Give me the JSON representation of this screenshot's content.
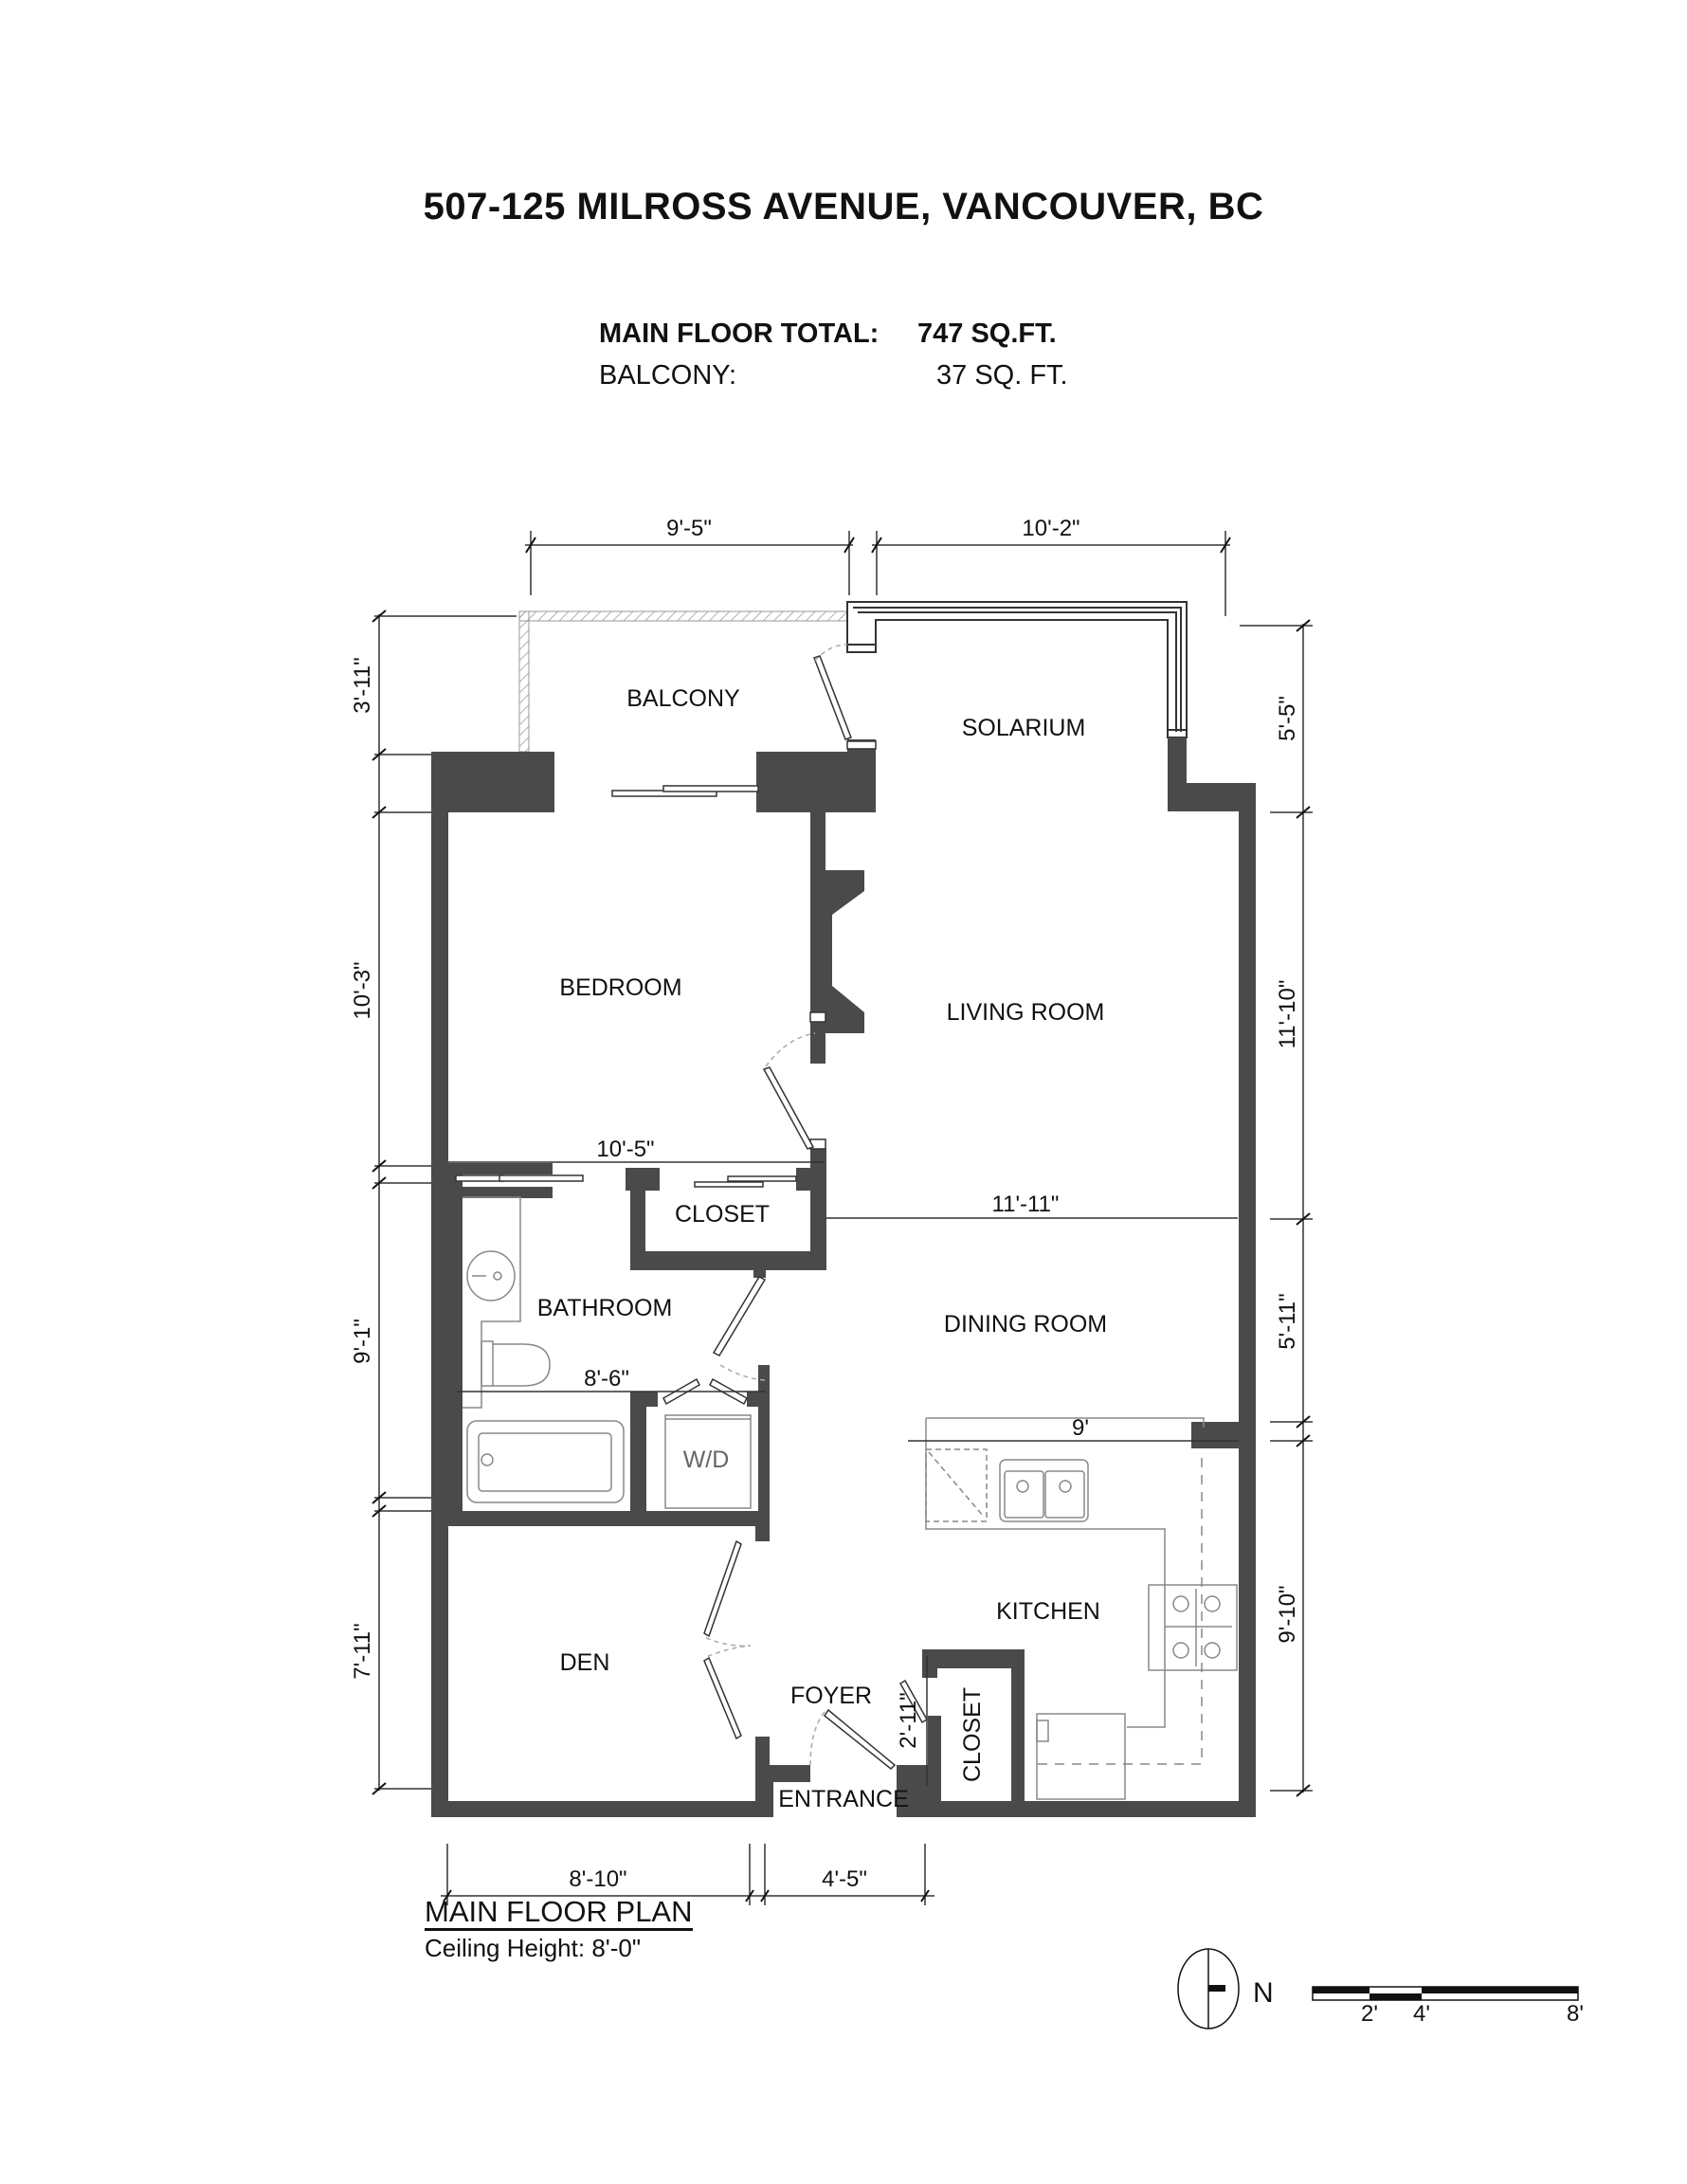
{
  "header": {
    "title": "507-125 MILROSS AVENUE, VANCOUVER, BC",
    "main_floor_label": "MAIN FLOOR TOTAL:",
    "main_floor_value": "747 SQ.FT.",
    "balcony_label": "BALCONY:",
    "balcony_value": "37 SQ. FT."
  },
  "rooms": {
    "balcony": "BALCONY",
    "solarium": "SOLARIUM",
    "bedroom": "BEDROOM",
    "living_room": "LIVING ROOM",
    "closet_bedroom": "CLOSET",
    "bathroom": "BATHROOM",
    "dining_room": "DINING ROOM",
    "wd": "W/D",
    "kitchen": "KITCHEN",
    "den": "DEN",
    "foyer": "FOYER",
    "closet_entry": "CLOSET",
    "entrance": "ENTRANCE"
  },
  "dimensions": {
    "top_left": "9'-5\"",
    "top_right": "10'-2\"",
    "left_balcony": "3'-11\"",
    "left_bedroom": "10'-3\"",
    "left_bathroom": "9'-1\"",
    "left_den": "7'-11\"",
    "right_solarium": "5'-5\"",
    "right_living": "11'-10\"",
    "right_dining": "5'-11\"",
    "right_kitchen": "9'-10\"",
    "bedroom_width": "10'-5\"",
    "living_width": "11'-11\"",
    "bathroom_width": "8'-6\"",
    "kitchen_width": "9'",
    "closet_entry_width": "2'-11\"",
    "bottom_den": "8'-10\"",
    "bottom_entrance": "4'-5\""
  },
  "footer": {
    "plan_title": "MAIN FLOOR PLAN",
    "ceiling_height": "Ceiling Height: 8'-0\"",
    "north_label": "N",
    "scale_labels": [
      "2'",
      "4'",
      "8'"
    ]
  },
  "colors": {
    "wall": "#4a4a4a",
    "line": "#333333",
    "fixture": "#888888"
  }
}
